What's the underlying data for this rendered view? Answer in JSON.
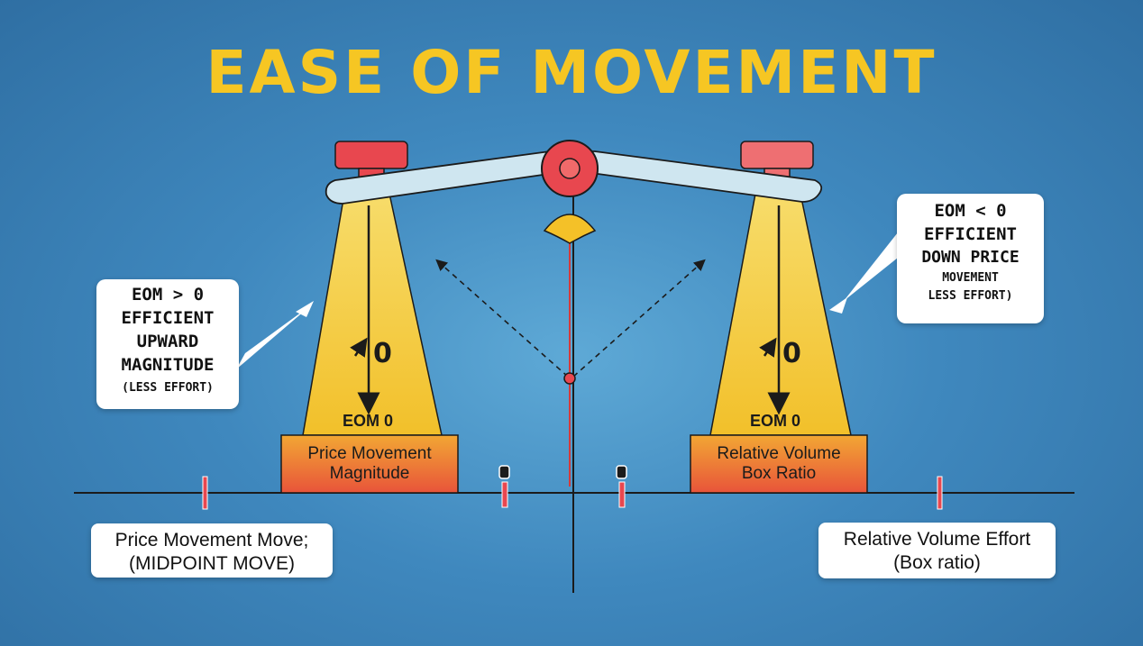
{
  "title": "EASE OF MOVEMENT",
  "left_pillar": {
    "box_label_1": "Price Movement",
    "box_label_2": "Magnitude",
    "eom_label": "EOM 0",
    "arrow_zero": "0"
  },
  "right_pillar": {
    "box_label_1": "Relative Volume",
    "box_label_2": "Box Ratio",
    "eom_label": "EOM 0",
    "arrow_zero": "0"
  },
  "left_callout": {
    "lines": [
      "EOM > 0",
      "EFFICIENT",
      "UPWARD",
      "MAGNITUDE",
      "(LESS EFFORT)"
    ]
  },
  "right_callout": {
    "lines": [
      "EOM < 0",
      "EFFICIENT",
      "DOWN PRICE",
      "MOVEMENT",
      "LESS EFFORT)"
    ]
  },
  "bottom_left_note": {
    "line1": "Price Movement Move;",
    "line2": "(MIDPOINT MOVE)"
  },
  "bottom_right_note": {
    "line1": "Relative Volume Effort",
    "line2": "(Box ratio)"
  },
  "colors": {
    "background": "#3f88be",
    "title": "#f6c623",
    "pillar": "#f4c73a",
    "box_top": "#f0a030",
    "box_bottom": "#e8503a",
    "beam": "#cfe6f0",
    "pivot": "#e8474f"
  }
}
